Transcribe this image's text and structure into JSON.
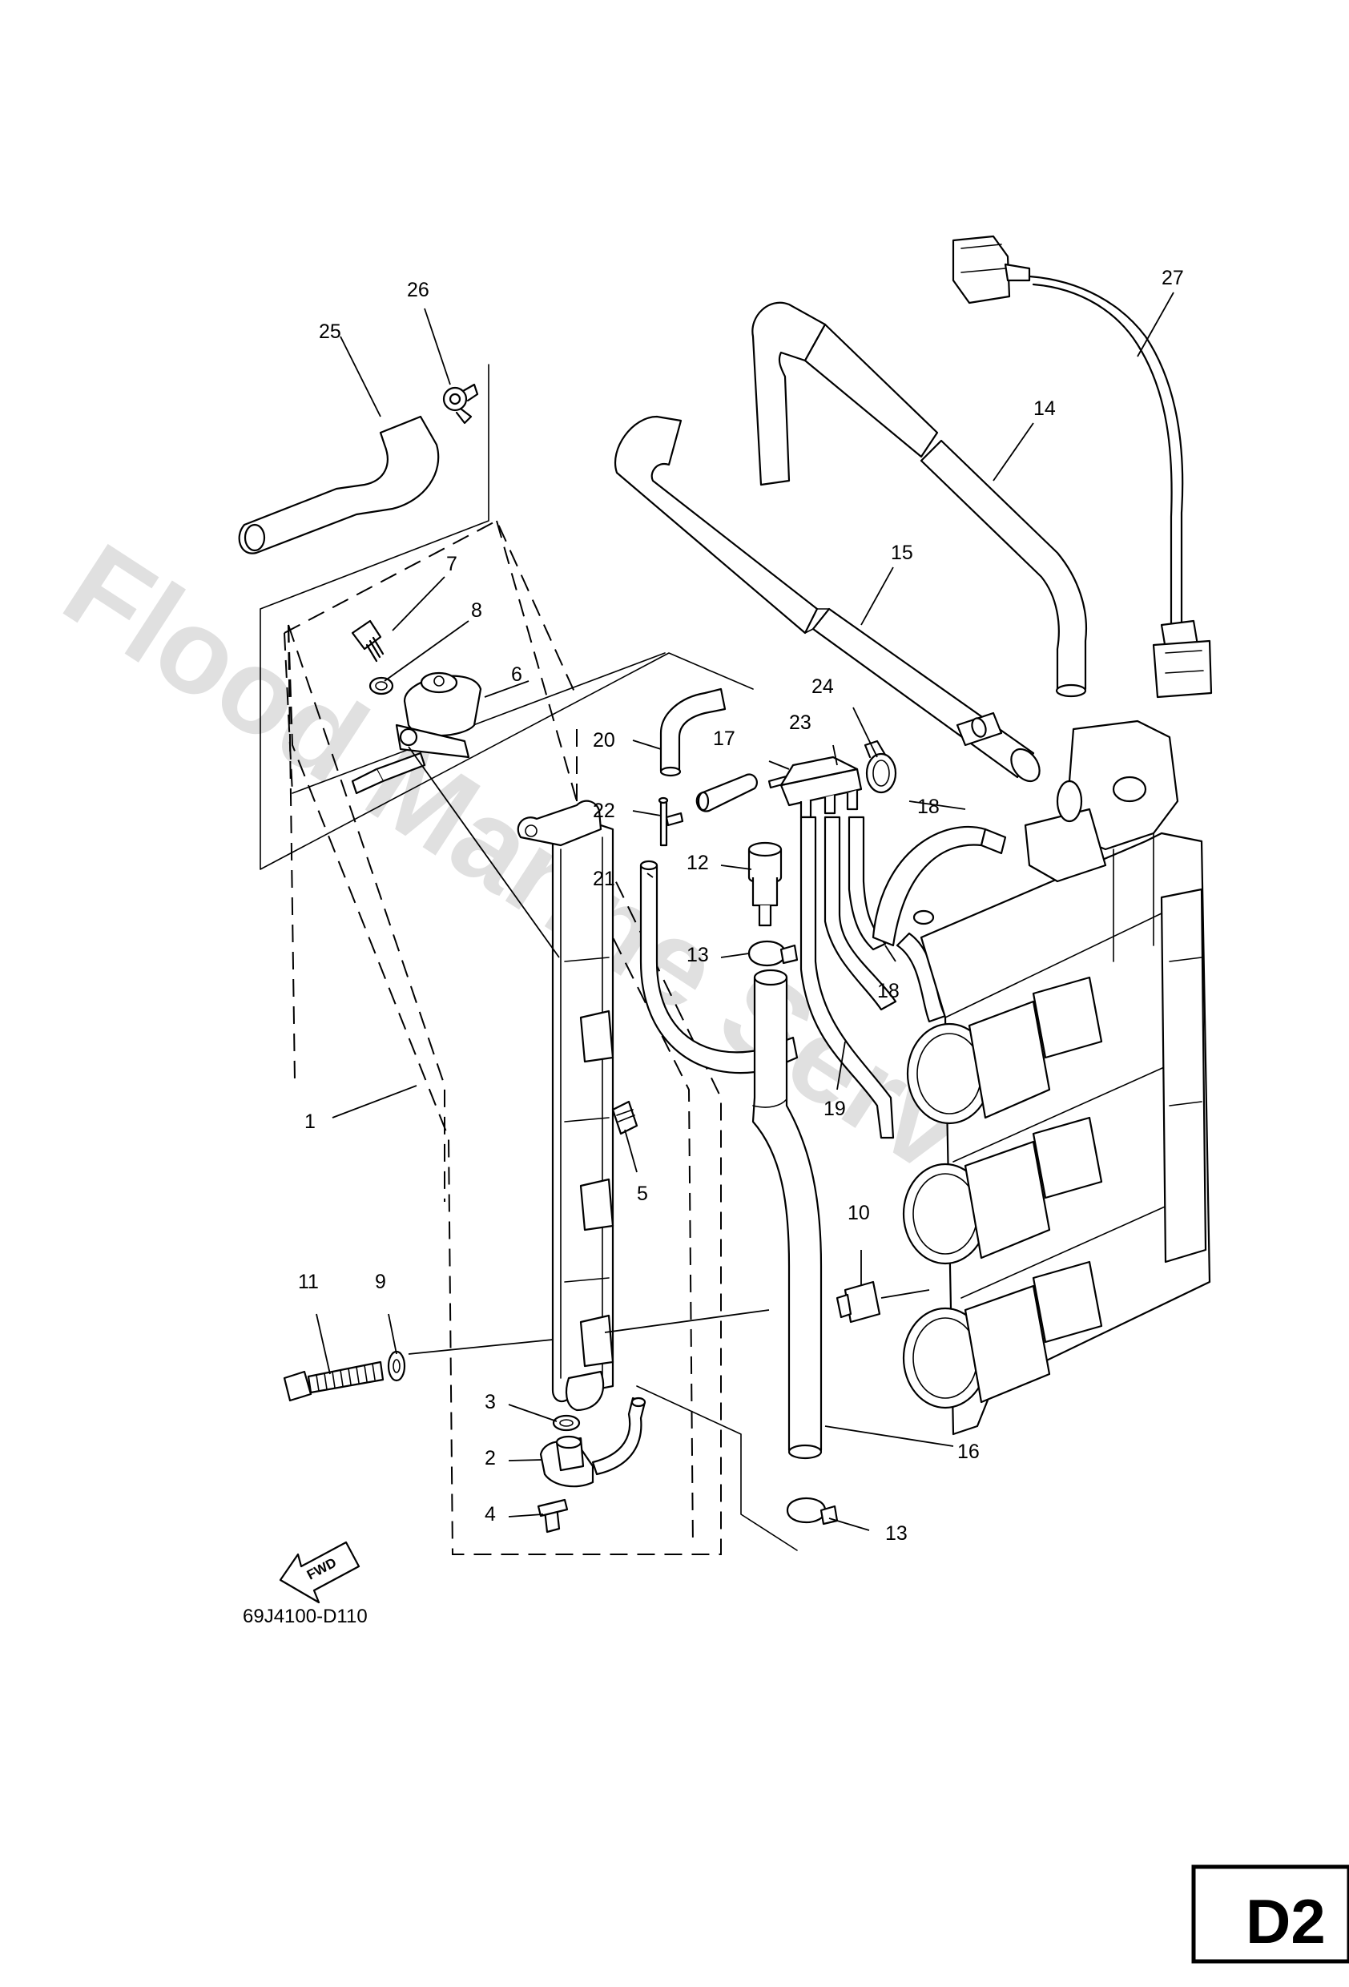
{
  "watermark": "Flood Marine Services",
  "diagram_code": "69J4100-D110",
  "page_code": "D2",
  "fwd_label": "FWD",
  "callouts": {
    "c1": "1",
    "c2": "2",
    "c3": "3",
    "c4": "4",
    "c5": "5",
    "c6": "6",
    "c7": "7",
    "c8": "8",
    "c9": "9",
    "c10": "10",
    "c11": "11",
    "c12": "12",
    "c13a": "13",
    "c13b": "13",
    "c14": "14",
    "c15": "15",
    "c16": "16",
    "c17": "17",
    "c18a": "18",
    "c18b": "18",
    "c19": "19",
    "c20": "20",
    "c21": "21",
    "c22": "22",
    "c23": "23",
    "c24": "24",
    "c25": "25",
    "c26": "26",
    "c27": "27"
  }
}
